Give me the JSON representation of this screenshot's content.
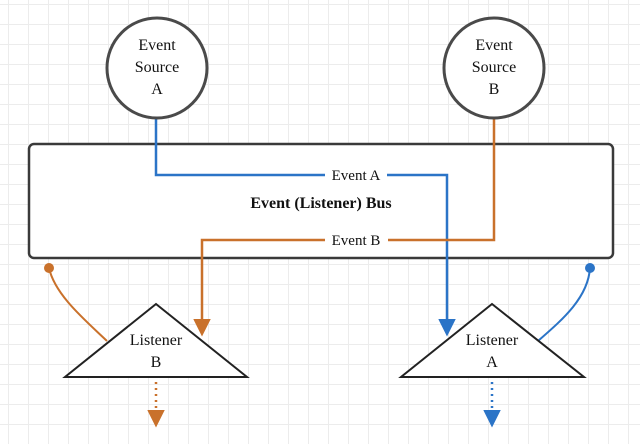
{
  "sources": [
    {
      "lines": [
        "Event",
        "Source",
        "A"
      ]
    },
    {
      "lines": [
        "Event",
        "Source",
        "B"
      ]
    }
  ],
  "bus": {
    "title": "Event (Listener) Bus"
  },
  "events": {
    "a": "Event A",
    "b": "Event B"
  },
  "listeners": [
    {
      "lines": [
        "Listener",
        "B"
      ]
    },
    {
      "lines": [
        "Listener",
        "A"
      ]
    }
  ],
  "colors": {
    "event_a": "#2b74c7",
    "event_b": "#c9712b",
    "stroke": "#3a3a3a"
  }
}
